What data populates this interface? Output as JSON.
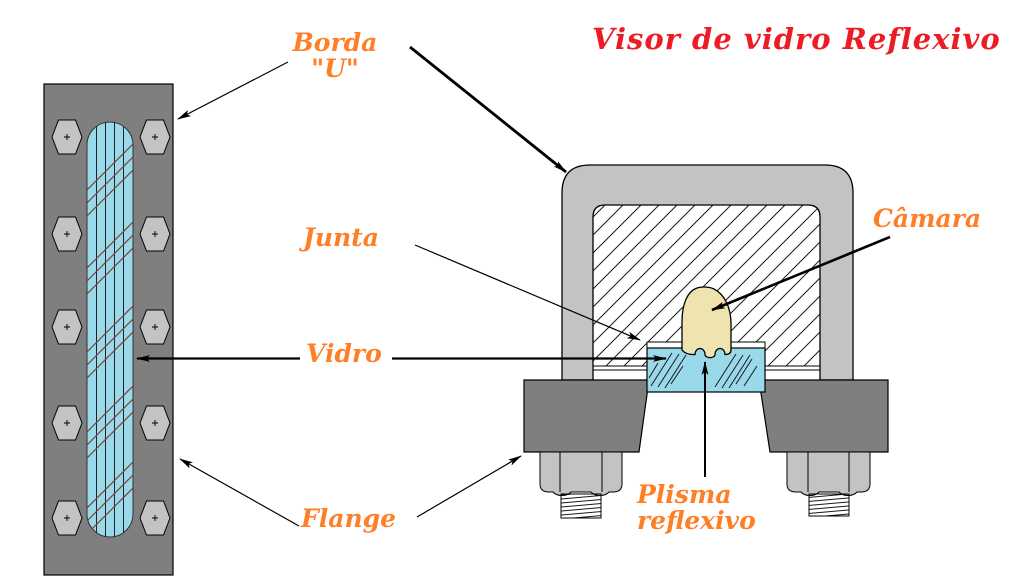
{
  "title": {
    "text": "Visor de vidro Reflexivo"
  },
  "labels": {
    "borda": {
      "line1": "Borda",
      "line2": "\"U\""
    },
    "junta": {
      "text": "Junta"
    },
    "vidro": {
      "text": "Vidro"
    },
    "flange": {
      "text": "Flange"
    },
    "camara": {
      "text": "Câmara"
    },
    "prisma": {
      "line1": "Plisma",
      "line2": "reflexivo"
    }
  },
  "colors": {
    "title_red": "#ed1c24",
    "label_orange": "#ff7f27",
    "metal_dark_gray": "#7f7f7f",
    "metal_light_gray": "#c3c3c3",
    "glass_blue": "#99d9ea",
    "chamber_cream": "#efe4b0",
    "glass_hatch_maroon": "#7a4436",
    "background": "#ffffff"
  }
}
